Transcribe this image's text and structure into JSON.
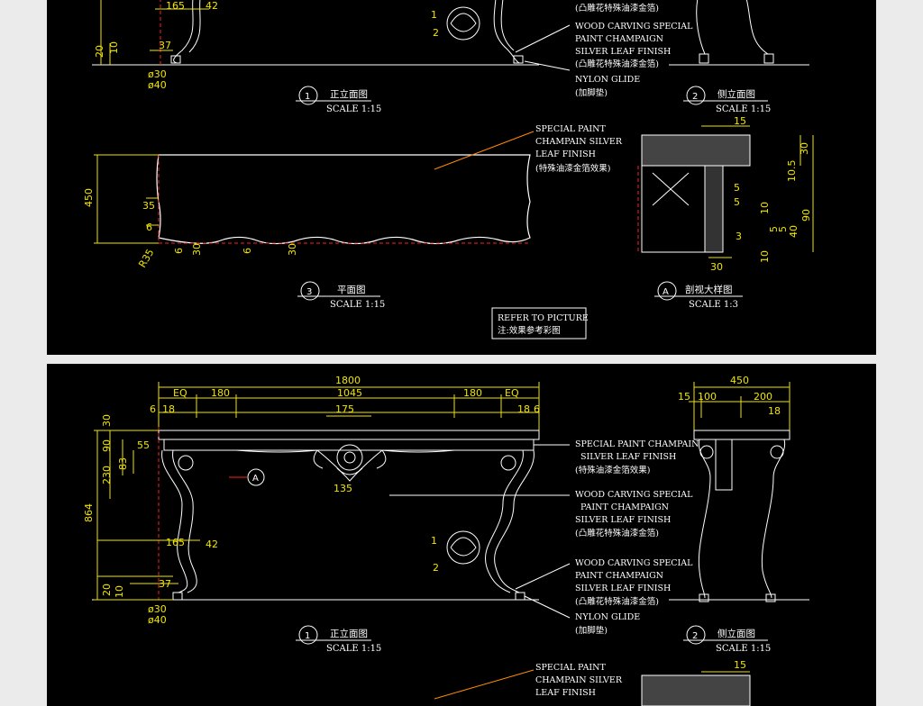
{
  "dims_top": {
    "overall": "1800",
    "inner": "1045",
    "eq_left": "EQ",
    "eq_right": "EQ",
    "side_180_left": "180",
    "side_180_right": "180",
    "carve_175": "175",
    "carve_135": "135",
    "edge_6_left": "6",
    "edge_18_left": "18",
    "edge_18_right": "18",
    "edge_6_right": "6"
  },
  "dims_left": {
    "d30": "30",
    "d90": "90",
    "d55": "55",
    "d83": "83",
    "d230": "230",
    "d864": "864",
    "d165": "165",
    "d42": "42",
    "d37": "37",
    "d20": "20",
    "d10": "10",
    "phi30": "ø30",
    "phi40": "ø40",
    "d2": "2"
  },
  "side_dims": {
    "d450": "450",
    "d15": "15",
    "d100": "100",
    "d200": "200",
    "d18": "18"
  },
  "plan_dims": {
    "d450": "450",
    "d35": "35",
    "d6": "6",
    "r35": "R35",
    "b6a": "6",
    "b30a": "30",
    "b6b": "6",
    "b30b": "30"
  },
  "section_dims": {
    "top15": "15",
    "r30": "30",
    "r105": "10.5",
    "r5a": "5",
    "r5b": "5",
    "r10a": "10",
    "r90": "90",
    "r5c": "5",
    "r5d": "5",
    "r40": "40",
    "r3": "3",
    "r10b": "10",
    "bottom30": "30"
  },
  "annotations": {
    "paint_champain_1": "SPECIAL PAINT CHAMPAIN",
    "paint_champain_2": "SILVER LEAF FINISH",
    "paint_champain_cn": "(特殊油漆金箔效果)",
    "carving_a1": "WOOD CARVING SPECIAL",
    "carving_a2": "PAINT CHAMPAIGN",
    "carving_a3": "SILVER LEAF FINISH",
    "carving_a_cn": "(凸雕花特殊油漆金箔)",
    "carving_b1": "WOOD CARVING SPECIAL",
    "carving_b2": "PAINT CHAMPAIGN",
    "carving_b3": "SILVER LEAF FINISH",
    "carving_b_cn": "(凸雕花特殊油漆金箔)",
    "glide_en": "NYLON GLIDE",
    "glide_cn": "(加脚垫)",
    "plan_1": "SPECIAL PAINT",
    "plan_2": "CHAMPAIN SILVER",
    "plan_3": "LEAF FINISH",
    "plan_cn": "(特殊油漆金箔效果)",
    "note_en": "REFER TO PICTURE",
    "note_cn": "注:效果参考彩图"
  },
  "views": {
    "front": {
      "num": "1",
      "title": "正立面图",
      "scale": "SCALE 1:15"
    },
    "side": {
      "num": "2",
      "title": "侧立面图",
      "scale": "SCALE 1:15"
    },
    "plan": {
      "num": "3",
      "title": "平面图",
      "scale": "SCALE 1:15"
    },
    "section": {
      "num": "A",
      "title": "剖视大样图",
      "scale": "SCALE 1:3"
    }
  },
  "callout_marker": "A",
  "colors": {
    "background": "#000000",
    "dimension": "#f0e400",
    "line": "#ffffff",
    "centerline": "#ff2020",
    "page": "#ebebeb"
  }
}
